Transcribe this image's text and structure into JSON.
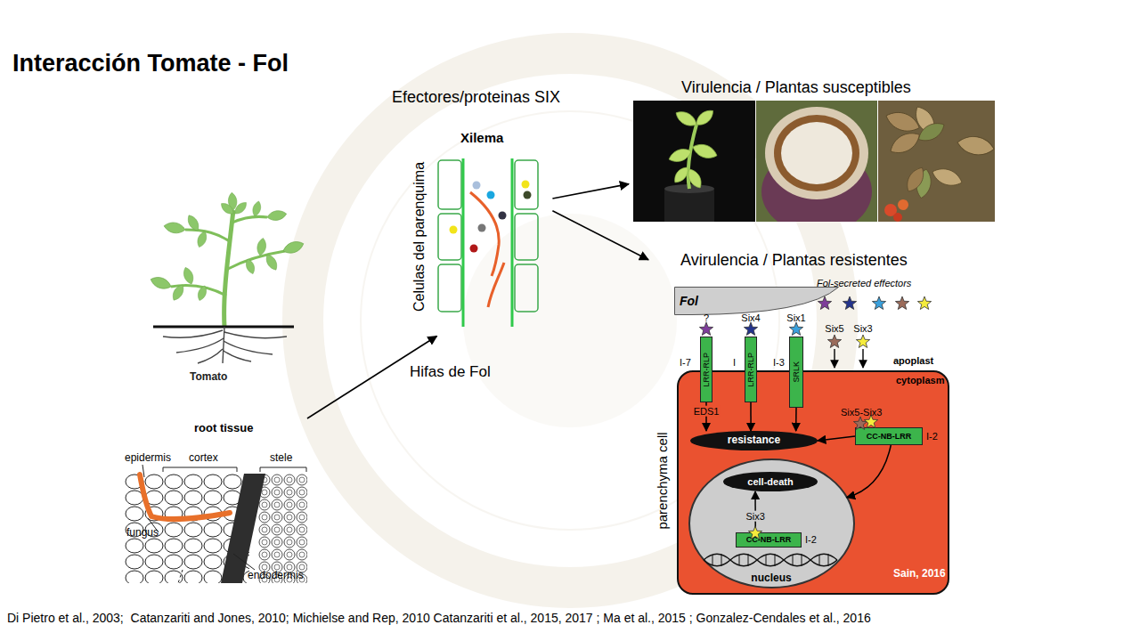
{
  "diagram": {
    "title": "Interacción Tomate - Fol",
    "caption": "Di Pietro et al., 2003;  Catanzariti and Jones, 2010; Michielse and Rep, 2010 Catanzariti et al., 2015, 2017 ; Ma et al., 2015 ; Gonzalez-Cendales et al., 2016",
    "nodes": [
      {
        "text": [
          "Tomato"
        ]
      },
      {
        "text": [
          "root tissue"
        ]
      },
      {
        "text": [
          "Efectores/proteinas SIX",
          "Xilema"
        ]
      },
      {
        "text": [
          "Virulencia / Plantas susceptibles"
        ]
      },
      {
        "text": [
          "Avirulencia / Plantas resistentes"
        ]
      },
      {
        "text": [
          "Fol"
        ],
        "in": 4
      },
      {
        "text": [
          "LRR-RLP"
        ],
        "in": 4
      },
      {
        "text": [
          "LRR-RLP"
        ],
        "in": 4
      },
      {
        "text": [
          "SRLK"
        ],
        "in": 4
      },
      {
        "text": [
          "parenchyma cell",
          "cytoplasm"
        ],
        "in": 4
      },
      {
        "text": [
          "resistance"
        ],
        "in": 9
      },
      {
        "text": [
          "CC-NB-LRR"
        ],
        "in": 9
      },
      {
        "text": [
          "nucleus"
        ],
        "in": 9
      },
      {
        "text": [
          "cell-death"
        ],
        "in": 12
      },
      {
        "text": [
          "CC-NB-LRR"
        ],
        "in": 12
      }
    ],
    "edges": [
      {
        "from": 1,
        "to": 2,
        "arrow": "to"
      },
      {
        "from": 2,
        "to": 3,
        "arrow": "to"
      },
      {
        "from": 2,
        "to": 4,
        "arrow": "to"
      },
      {
        "from": 6,
        "to": 10,
        "label": "EDS1",
        "arrow": "to"
      },
      {
        "from": 7,
        "to": 10,
        "arrow": "to"
      },
      {
        "from": 8,
        "to": 10,
        "arrow": "to"
      },
      {
        "from": 11,
        "to": 10,
        "arrow": "to"
      },
      {
        "from": 11,
        "to": 12,
        "arrow": "to"
      },
      {
        "from": 14,
        "to": 13,
        "label": "Six3",
        "arrow": "to"
      }
    ],
    "labels": [
      "Celulas del parenquima",
      "Hifas de Fol",
      "epidermis",
      "cortex",
      "stele",
      "fungus",
      "endodermis",
      "Fol-secreted effectors",
      "?",
      "Six4",
      "Six1",
      "Six5",
      "Six3",
      "apoplast",
      "I-7",
      "I",
      "I-3",
      "Six5-Six3",
      "I-2",
      "I-2",
      "Sain, 2016"
    ]
  }
}
